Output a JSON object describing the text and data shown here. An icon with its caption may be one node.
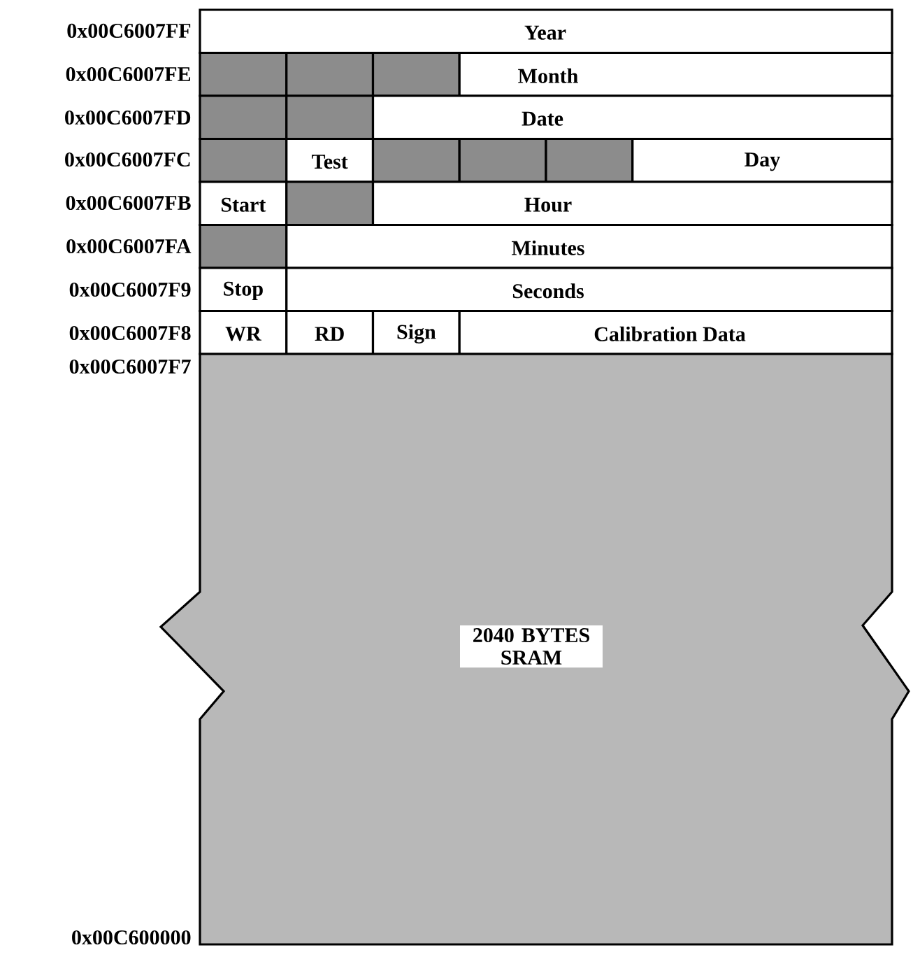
{
  "diagram": {
    "nodes": [
      {
        "text": [
          "Year"
        ]
      },
      {
        "text": [],
        "shape": "box"
      },
      {
        "text": [],
        "shape": "box"
      },
      {
        "text": [],
        "shape": "box"
      },
      {
        "text": [
          "Month"
        ]
      },
      {
        "text": [],
        "shape": "box"
      },
      {
        "text": [],
        "shape": "box"
      },
      {
        "text": [
          "Date"
        ]
      },
      {
        "text": [],
        "shape": "box"
      },
      {
        "text": [
          "Test"
        ]
      },
      {
        "text": [],
        "shape": "box"
      },
      {
        "text": [],
        "shape": "box"
      },
      {
        "text": [],
        "shape": "box"
      },
      {
        "text": [
          "Day"
        ]
      },
      {
        "text": [
          "Start"
        ]
      },
      {
        "text": [],
        "shape": "box"
      },
      {
        "text": [
          "Hour"
        ]
      },
      {
        "text": [],
        "shape": "box"
      },
      {
        "text": [
          "Minutes"
        ]
      },
      {
        "text": [
          "Stop"
        ]
      },
      {
        "text": [
          "Seconds"
        ]
      },
      {
        "text": [
          "WR"
        ]
      },
      {
        "text": [
          "RD"
        ]
      },
      {
        "text": [
          "Sign"
        ]
      },
      {
        "text": [
          "Calibration Data"
        ]
      },
      {
        "text": [
          "2040 BYTES SRAM"
        ]
      }
    ],
    "labels": [
      "0x00C6007FF",
      "0x00C6007FE",
      "0x00C6007FD",
      "0x00C6007FC",
      "0x00C6007FB",
      "0x00C6007FA",
      "0x00C6007F9",
      "0x00C6007F8",
      "0x00C6007F7",
      "0x00C600000"
    ]
  }
}
